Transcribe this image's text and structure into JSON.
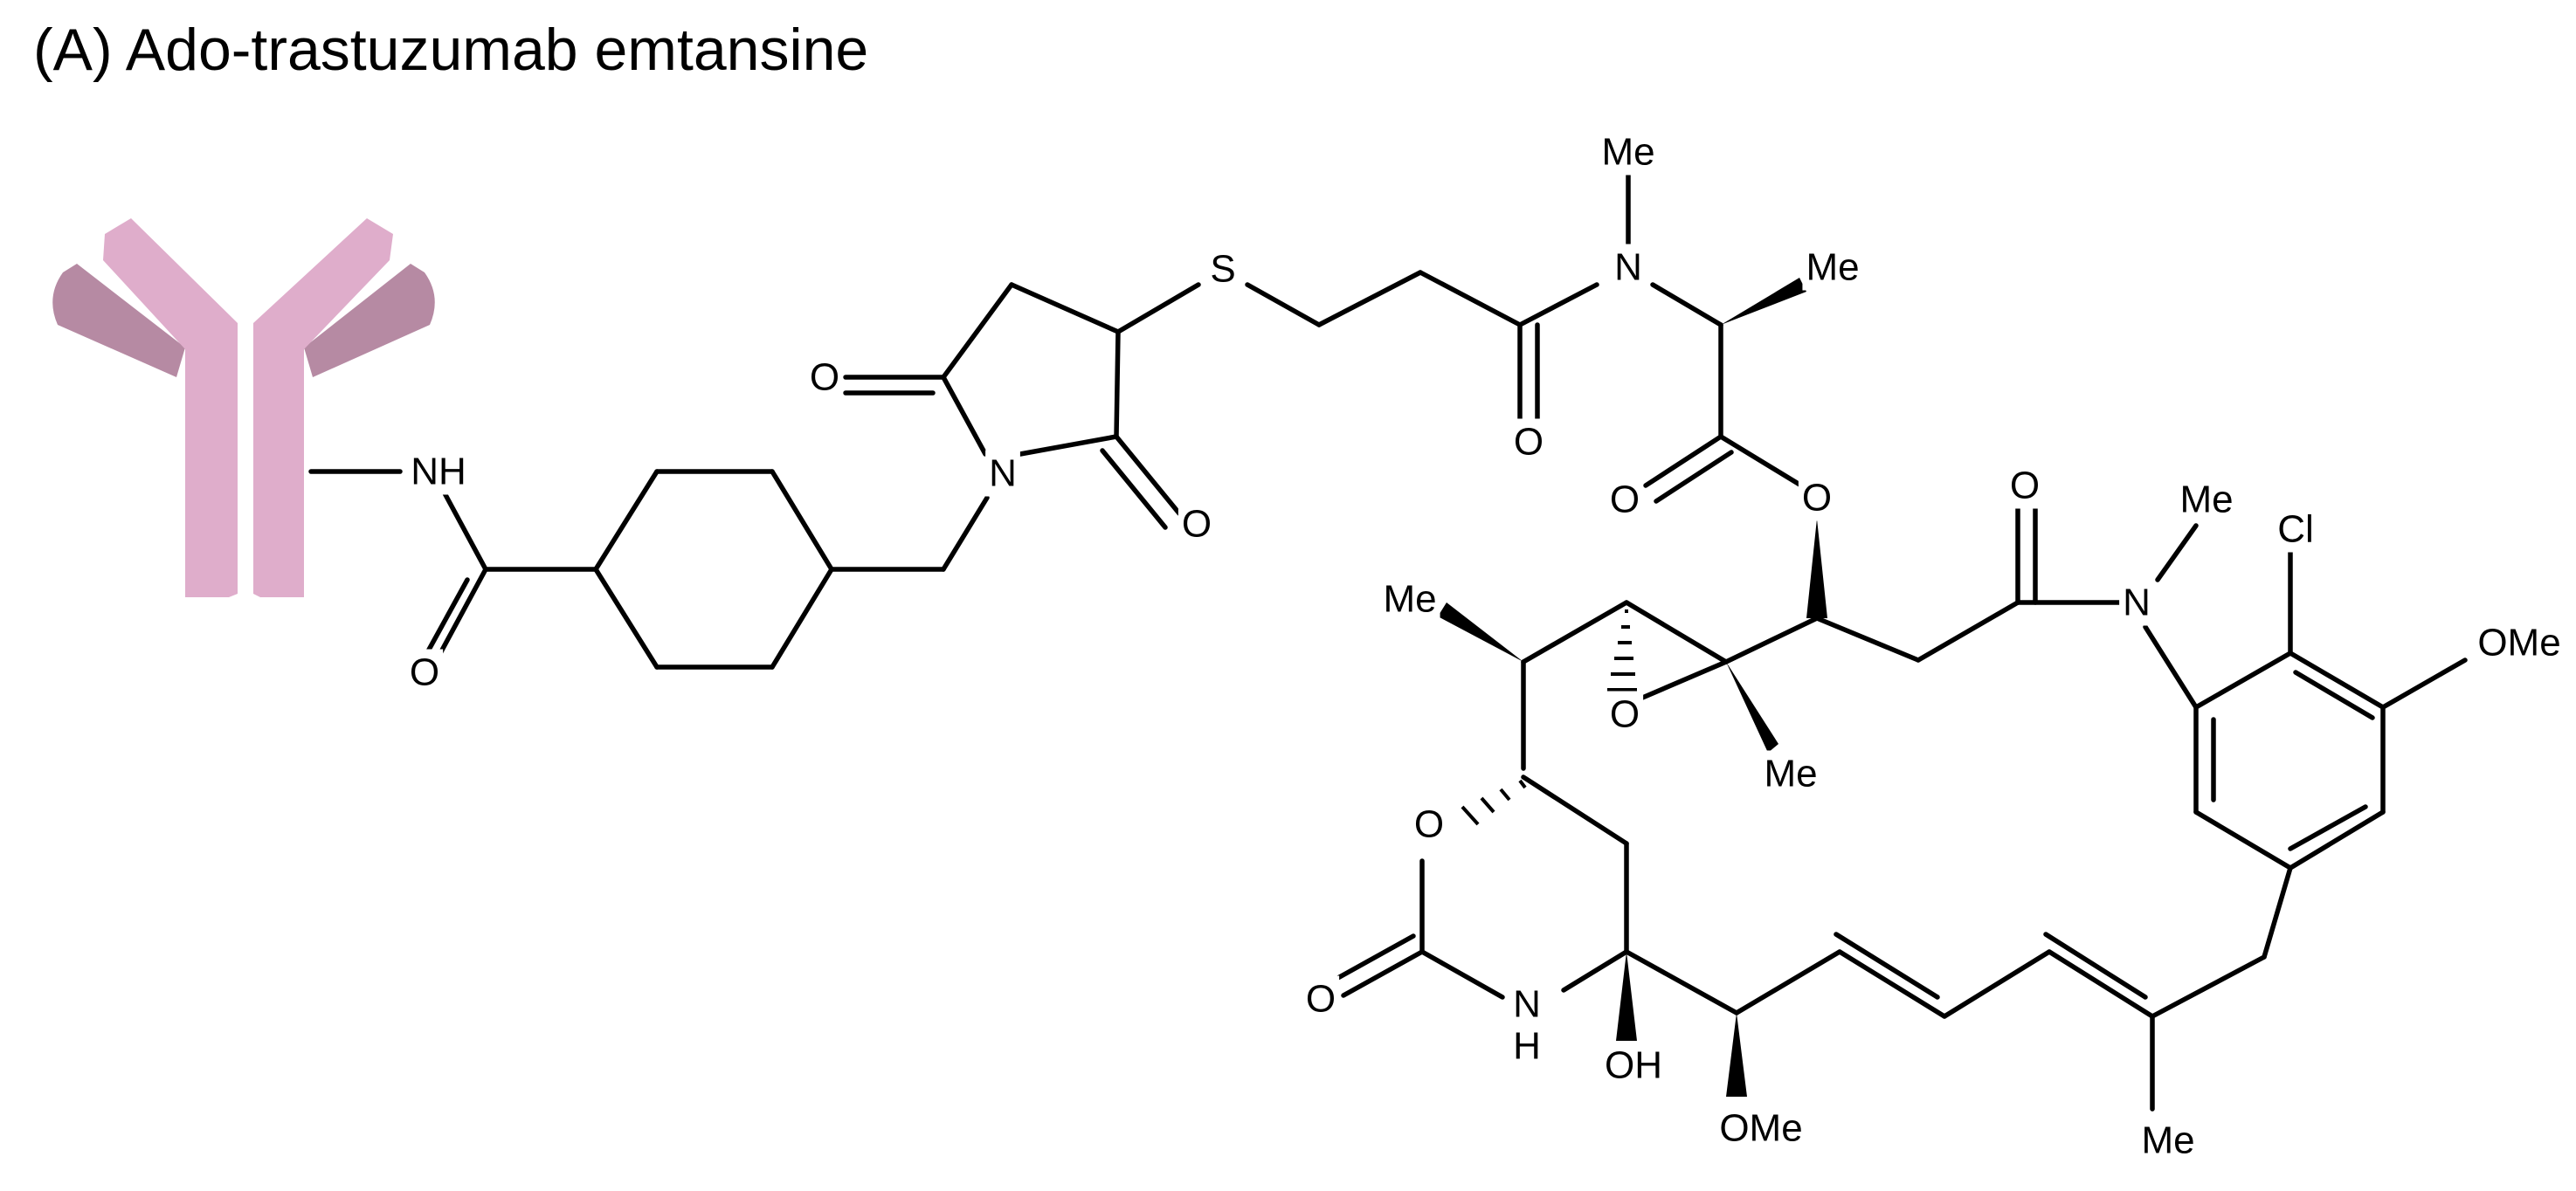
{
  "title": "(A) Ado-trastuzumab emtansine",
  "colors": {
    "antibody_light": "#dfadcb",
    "antibody_dark": "#b68aa3",
    "bond": "#000000"
  },
  "atoms": {
    "nh": "NH",
    "amide_o": "O",
    "imide_o_left": "O",
    "imide_n": "N",
    "imide_o_right": "O",
    "sulfur": "S",
    "amide2_o": "O",
    "n_methyl_n": "N",
    "n_methyl_me": "Me",
    "alanine_me": "Me",
    "ester_o": "O",
    "ester_carbonyl_o": "O",
    "lactam_o": "O",
    "lactam_n": "N",
    "lactam_n_me": "Me",
    "chloro": "Cl",
    "aryl_ome": "OMe",
    "epoxide_o": "O",
    "epoxide_me": "Me",
    "ring_me": "Me",
    "carbamate_o": "O",
    "carbamate_carbonyl_o": "O",
    "carbamate_n": "N",
    "carbamate_h": "H",
    "hydroxyl": "OH",
    "ome_bottom": "OMe",
    "diene_me": "Me"
  }
}
